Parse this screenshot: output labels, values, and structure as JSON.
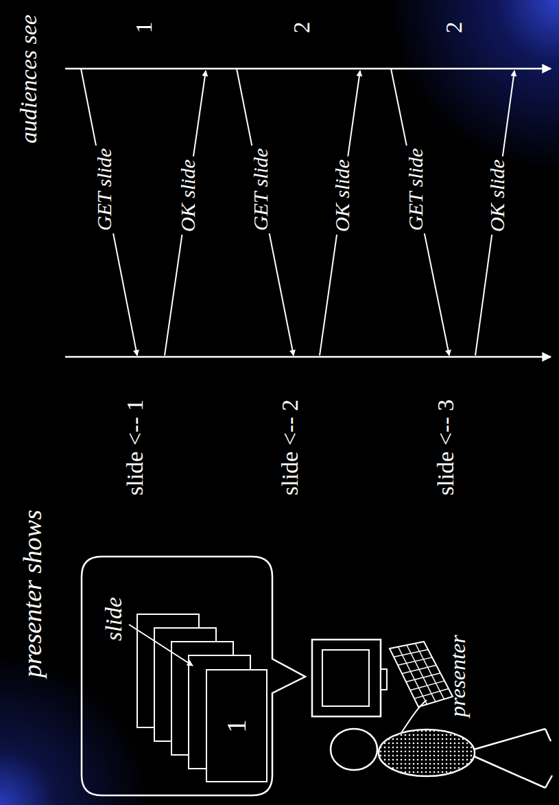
{
  "diagram": {
    "nodes": [
      {
        "text": [
          "slide"
        ]
      },
      {
        "text": [
          "1"
        ],
        "in": 0
      }
    ],
    "labels": [
      "audiences see",
      "presenter shows",
      "1",
      "2",
      "2",
      "slide <-- 1",
      "slide <-- 2",
      "slide <-- 3",
      "GET slide",
      "OK slide",
      "GET slide",
      "OK slide",
      "GET slide",
      "OK slide",
      "presenter"
    ]
  }
}
